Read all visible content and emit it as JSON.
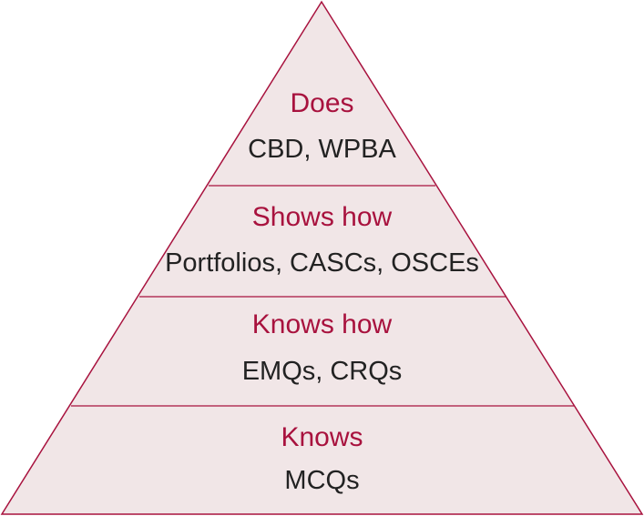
{
  "pyramid": {
    "levels": [
      {
        "title": "Does",
        "methods": "CBD, WPBA"
      },
      {
        "title": "Shows how",
        "methods": "Portfolios, CASCs, OSCEs"
      },
      {
        "title": "Knows how",
        "methods": "EMQs, CRQs"
      },
      {
        "title": "Knows",
        "methods": "MCQs"
      }
    ]
  },
  "colors": {
    "fill": "#f1e6e7",
    "outline": "#a8123e",
    "title_text": "#a8123e",
    "method_text": "#222222"
  }
}
